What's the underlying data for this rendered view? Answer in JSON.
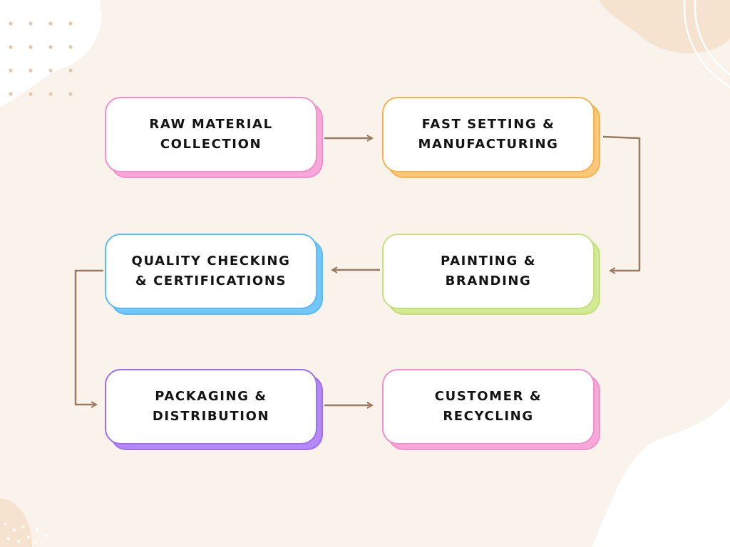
{
  "diagram": {
    "steps": [
      {
        "label": "RAW MATERIAL\nCOLLECTION",
        "color": "#f48fcf",
        "shadow": "#f6a9d9"
      },
      {
        "label": "FAST SETTING &\nMANUFACTURING",
        "color": "#f7b24e",
        "shadow": "#fbc779"
      },
      {
        "label": "QUALITY CHECKING\n& CERTIFICATIONS",
        "color": "#5bb9f5",
        "shadow": "#72c6f8"
      },
      {
        "label": "PAINTING &\nBRANDING",
        "color": "#c3e07a",
        "shadow": "#d3ea94"
      },
      {
        "label": "PACKAGING &\nDISTRIBUTION",
        "color": "#9f6ef2",
        "shadow": "#b389f6"
      },
      {
        "label": "CUSTOMER &\nRECYCLING",
        "color": "#f48fcf",
        "shadow": "#f6a9d9"
      }
    ],
    "connector_color": "#9a7b62",
    "background_color": "#f9f3ec",
    "blob_color": "#f5e3cf"
  }
}
